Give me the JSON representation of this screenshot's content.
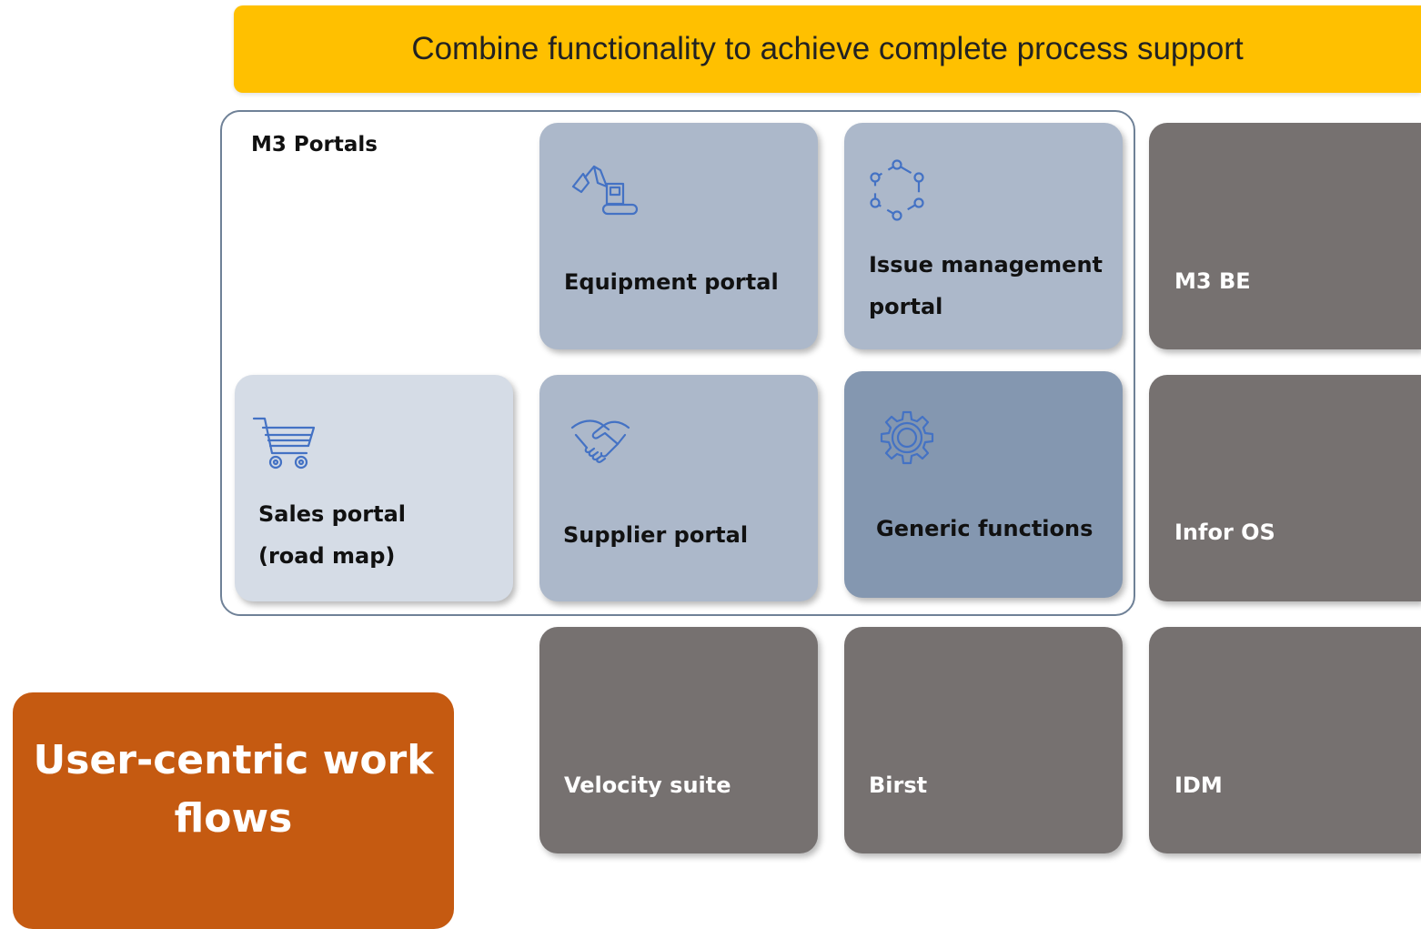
{
  "banner": {
    "text": "Combine functionality to achieve complete process support",
    "color": "#FFC000"
  },
  "group": {
    "title": "M3 Portals",
    "border_color": "#6F8197"
  },
  "tiles": {
    "equipment": {
      "label": "Equipment portal",
      "icon": "excavator-icon"
    },
    "issue": {
      "label": "Issue management portal",
      "icon": "hexagon-network-icon"
    },
    "sales": {
      "label": "Sales portal (road map)",
      "icon": "shopping-cart-icon"
    },
    "supplier": {
      "label": "Supplier portal",
      "icon": "handshake-icon"
    },
    "generic": {
      "label": "Generic functions",
      "icon": "gear-icon"
    },
    "m3be": {
      "label": "M3 BE"
    },
    "inforos": {
      "label": "Infor OS"
    },
    "velocity": {
      "label": "Velocity suite"
    },
    "birst": {
      "label": "Birst"
    },
    "idm": {
      "label": "IDM"
    }
  },
  "cta": {
    "text": "User-centric work flows",
    "color": "#C55A11"
  },
  "colors": {
    "icon": "#4472C4",
    "tile_light": "#D5DCE6",
    "tile_blue": "#ACB8CA",
    "tile_mid": "#8497B0",
    "tile_gray": "#767170"
  }
}
